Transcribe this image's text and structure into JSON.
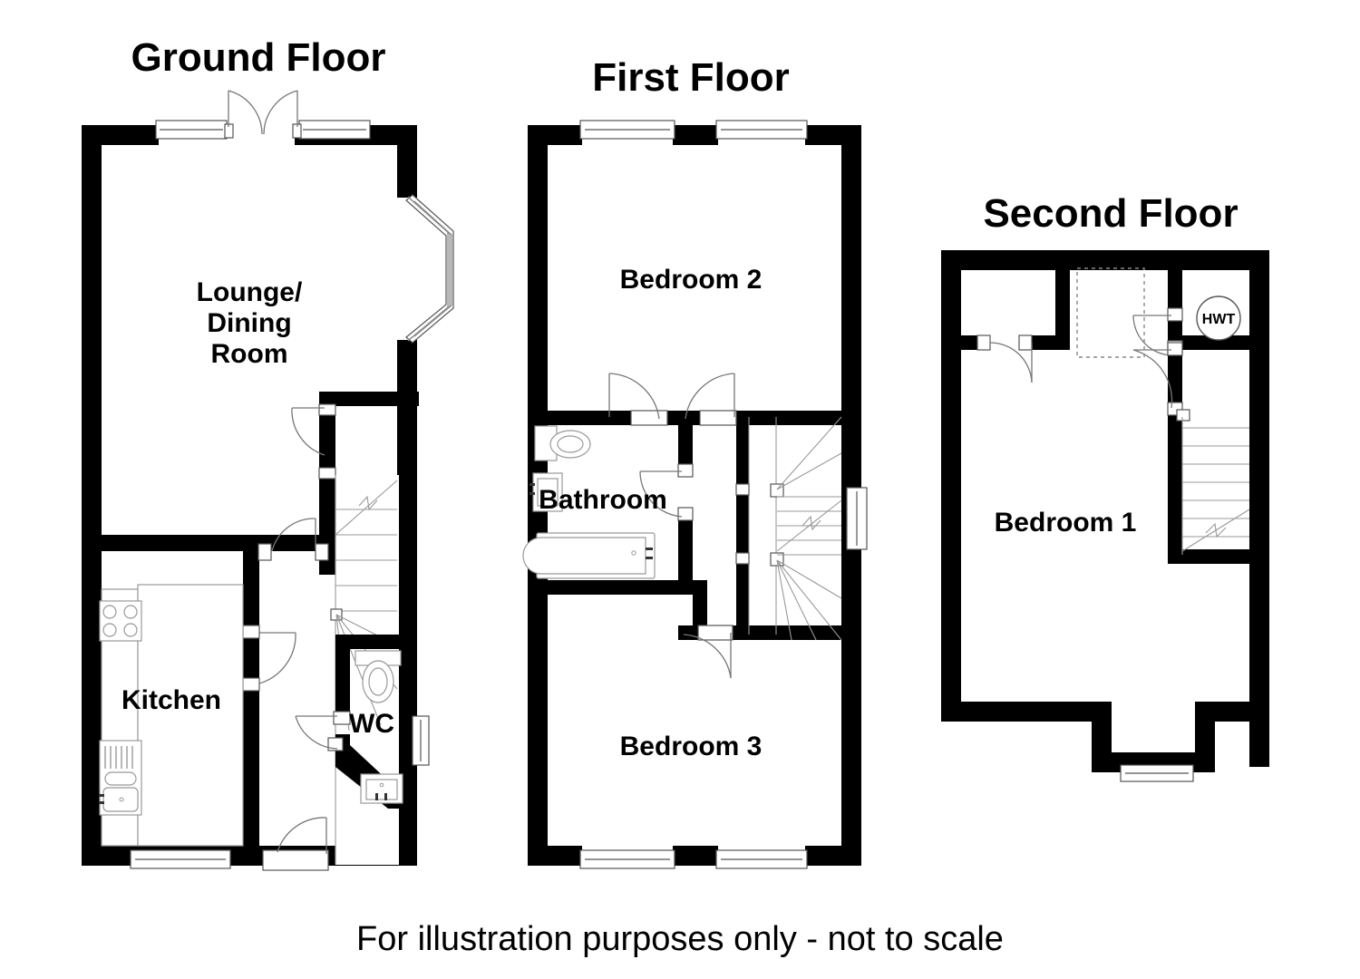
{
  "document": {
    "type": "floor-plan",
    "footer_note": "For illustration purposes only - not to scale",
    "colors": {
      "wall": "#000000",
      "background": "#ffffff",
      "fixture_outline": "#999999",
      "door_swing": "#777777"
    }
  },
  "floors": [
    {
      "id": "ground",
      "title": "Ground Floor",
      "rooms": [
        {
          "id": "lounge-dining",
          "label_lines": [
            "Lounge/",
            "Dining",
            "Room"
          ],
          "label": "Lounge/ Dining Room"
        },
        {
          "id": "kitchen",
          "label_lines": [
            "Kitchen"
          ],
          "label": "Kitchen"
        },
        {
          "id": "wc",
          "label_lines": [
            "WC"
          ],
          "label": "WC"
        }
      ],
      "features": [
        "french-doors",
        "bay-window",
        "staircase",
        "kitchen-hob",
        "kitchen-sink",
        "wc-toilet",
        "wc-basin",
        "front-door",
        "kitchen-window"
      ]
    },
    {
      "id": "first",
      "title": "First Floor",
      "rooms": [
        {
          "id": "bedroom-2",
          "label_lines": [
            "Bedroom 2"
          ],
          "label": "Bedroom 2"
        },
        {
          "id": "bathroom",
          "label_lines": [
            "Bathroom"
          ],
          "label": "Bathroom"
        },
        {
          "id": "bedroom-3",
          "label_lines": [
            "Bedroom 3"
          ],
          "label": "Bedroom 3"
        }
      ],
      "features": [
        "staircase-winder",
        "bath",
        "toilet",
        "basin",
        "landing",
        "windows"
      ]
    },
    {
      "id": "second",
      "title": "Second Floor",
      "rooms": [
        {
          "id": "bedroom-1",
          "label_lines": [
            "Bedroom 1"
          ],
          "label": "Bedroom 1"
        }
      ],
      "features": [
        "staircase",
        "hwt-cylinder",
        "storage-cupboard",
        "eaves-dashed",
        "dormer-window"
      ],
      "annotations": [
        {
          "id": "hwt",
          "label": "HWT",
          "meaning": "hot water tank"
        }
      ]
    }
  ]
}
